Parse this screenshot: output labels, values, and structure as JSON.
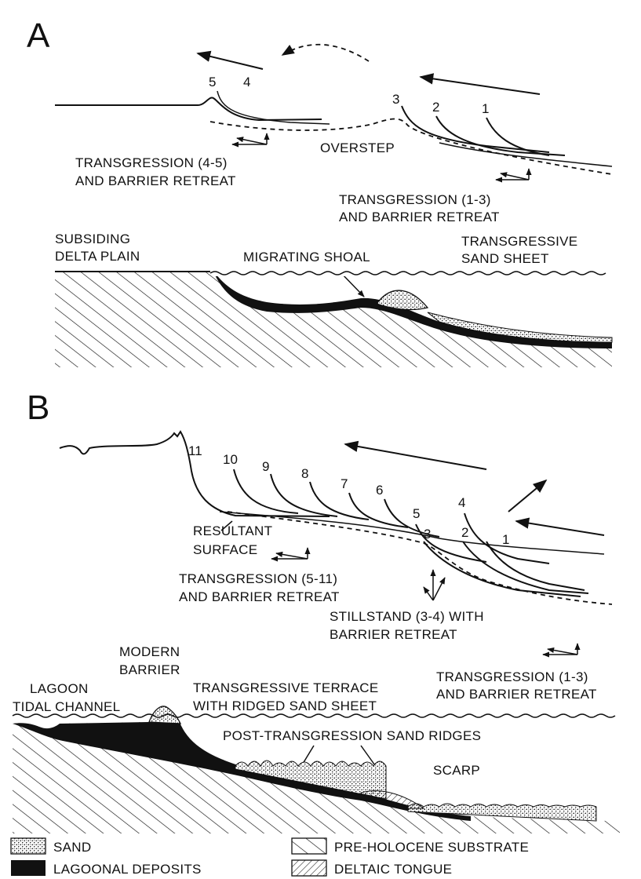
{
  "panels": [
    {
      "letter": "A",
      "stages": [
        "5",
        "4",
        "3",
        "2",
        "1"
      ],
      "labels": {
        "overstep": "OVERSTEP",
        "transgression_45_line1": "TRANSGRESSION (4-5)",
        "transgression_45_line2": "AND BARRIER RETREAT",
        "transgression_13_line1": "TRANSGRESSION (1-3)",
        "transgression_13_line2": "AND BARRIER RETREAT",
        "subsiding_line1": "SUBSIDING",
        "subsiding_line2": "DELTA PLAIN",
        "migrating_shoal": "MIGRATING SHOAL",
        "sheet_line1": "TRANSGRESSIVE",
        "sheet_line2": "SAND SHEET"
      }
    },
    {
      "letter": "B",
      "stages": [
        "11",
        "10",
        "9",
        "8",
        "7",
        "6",
        "5",
        "4",
        "3",
        "2",
        "1"
      ],
      "labels": {
        "resultant_line1": "RESULTANT",
        "resultant_line2": "SURFACE",
        "transgression_511_line1": "TRANSGRESSION (5-11)",
        "transgression_511_line2": "AND BARRIER RETREAT",
        "stillstand_line1": "STILLSTAND (3-4) WITH",
        "stillstand_line2": "BARRIER RETREAT",
        "transgression_13_line1": "TRANSGRESSION (1-3)",
        "transgression_13_line2": "AND BARRIER RETREAT",
        "modern_line1": "MODERN",
        "modern_line2": "BARRIER",
        "lagoon": "LAGOON",
        "tidal_channel": "TIDAL CHANNEL",
        "terrace_line1": "TRANSGRESSIVE TERRACE",
        "terrace_line2": "WITH RIDGED SAND SHEET",
        "post_ridges": "POST-TRANSGRESSION SAND RIDGES",
        "scarp": "SCARP"
      }
    }
  ],
  "legend": [
    {
      "key": "sand",
      "label": "SAND"
    },
    {
      "key": "lagoonal",
      "label": "LAGOONAL DEPOSITS"
    },
    {
      "key": "substrate",
      "label": "PRE-HOLOCENE SUBSTRATE"
    },
    {
      "key": "deltaic",
      "label": "DELTAIC TONGUE"
    }
  ]
}
